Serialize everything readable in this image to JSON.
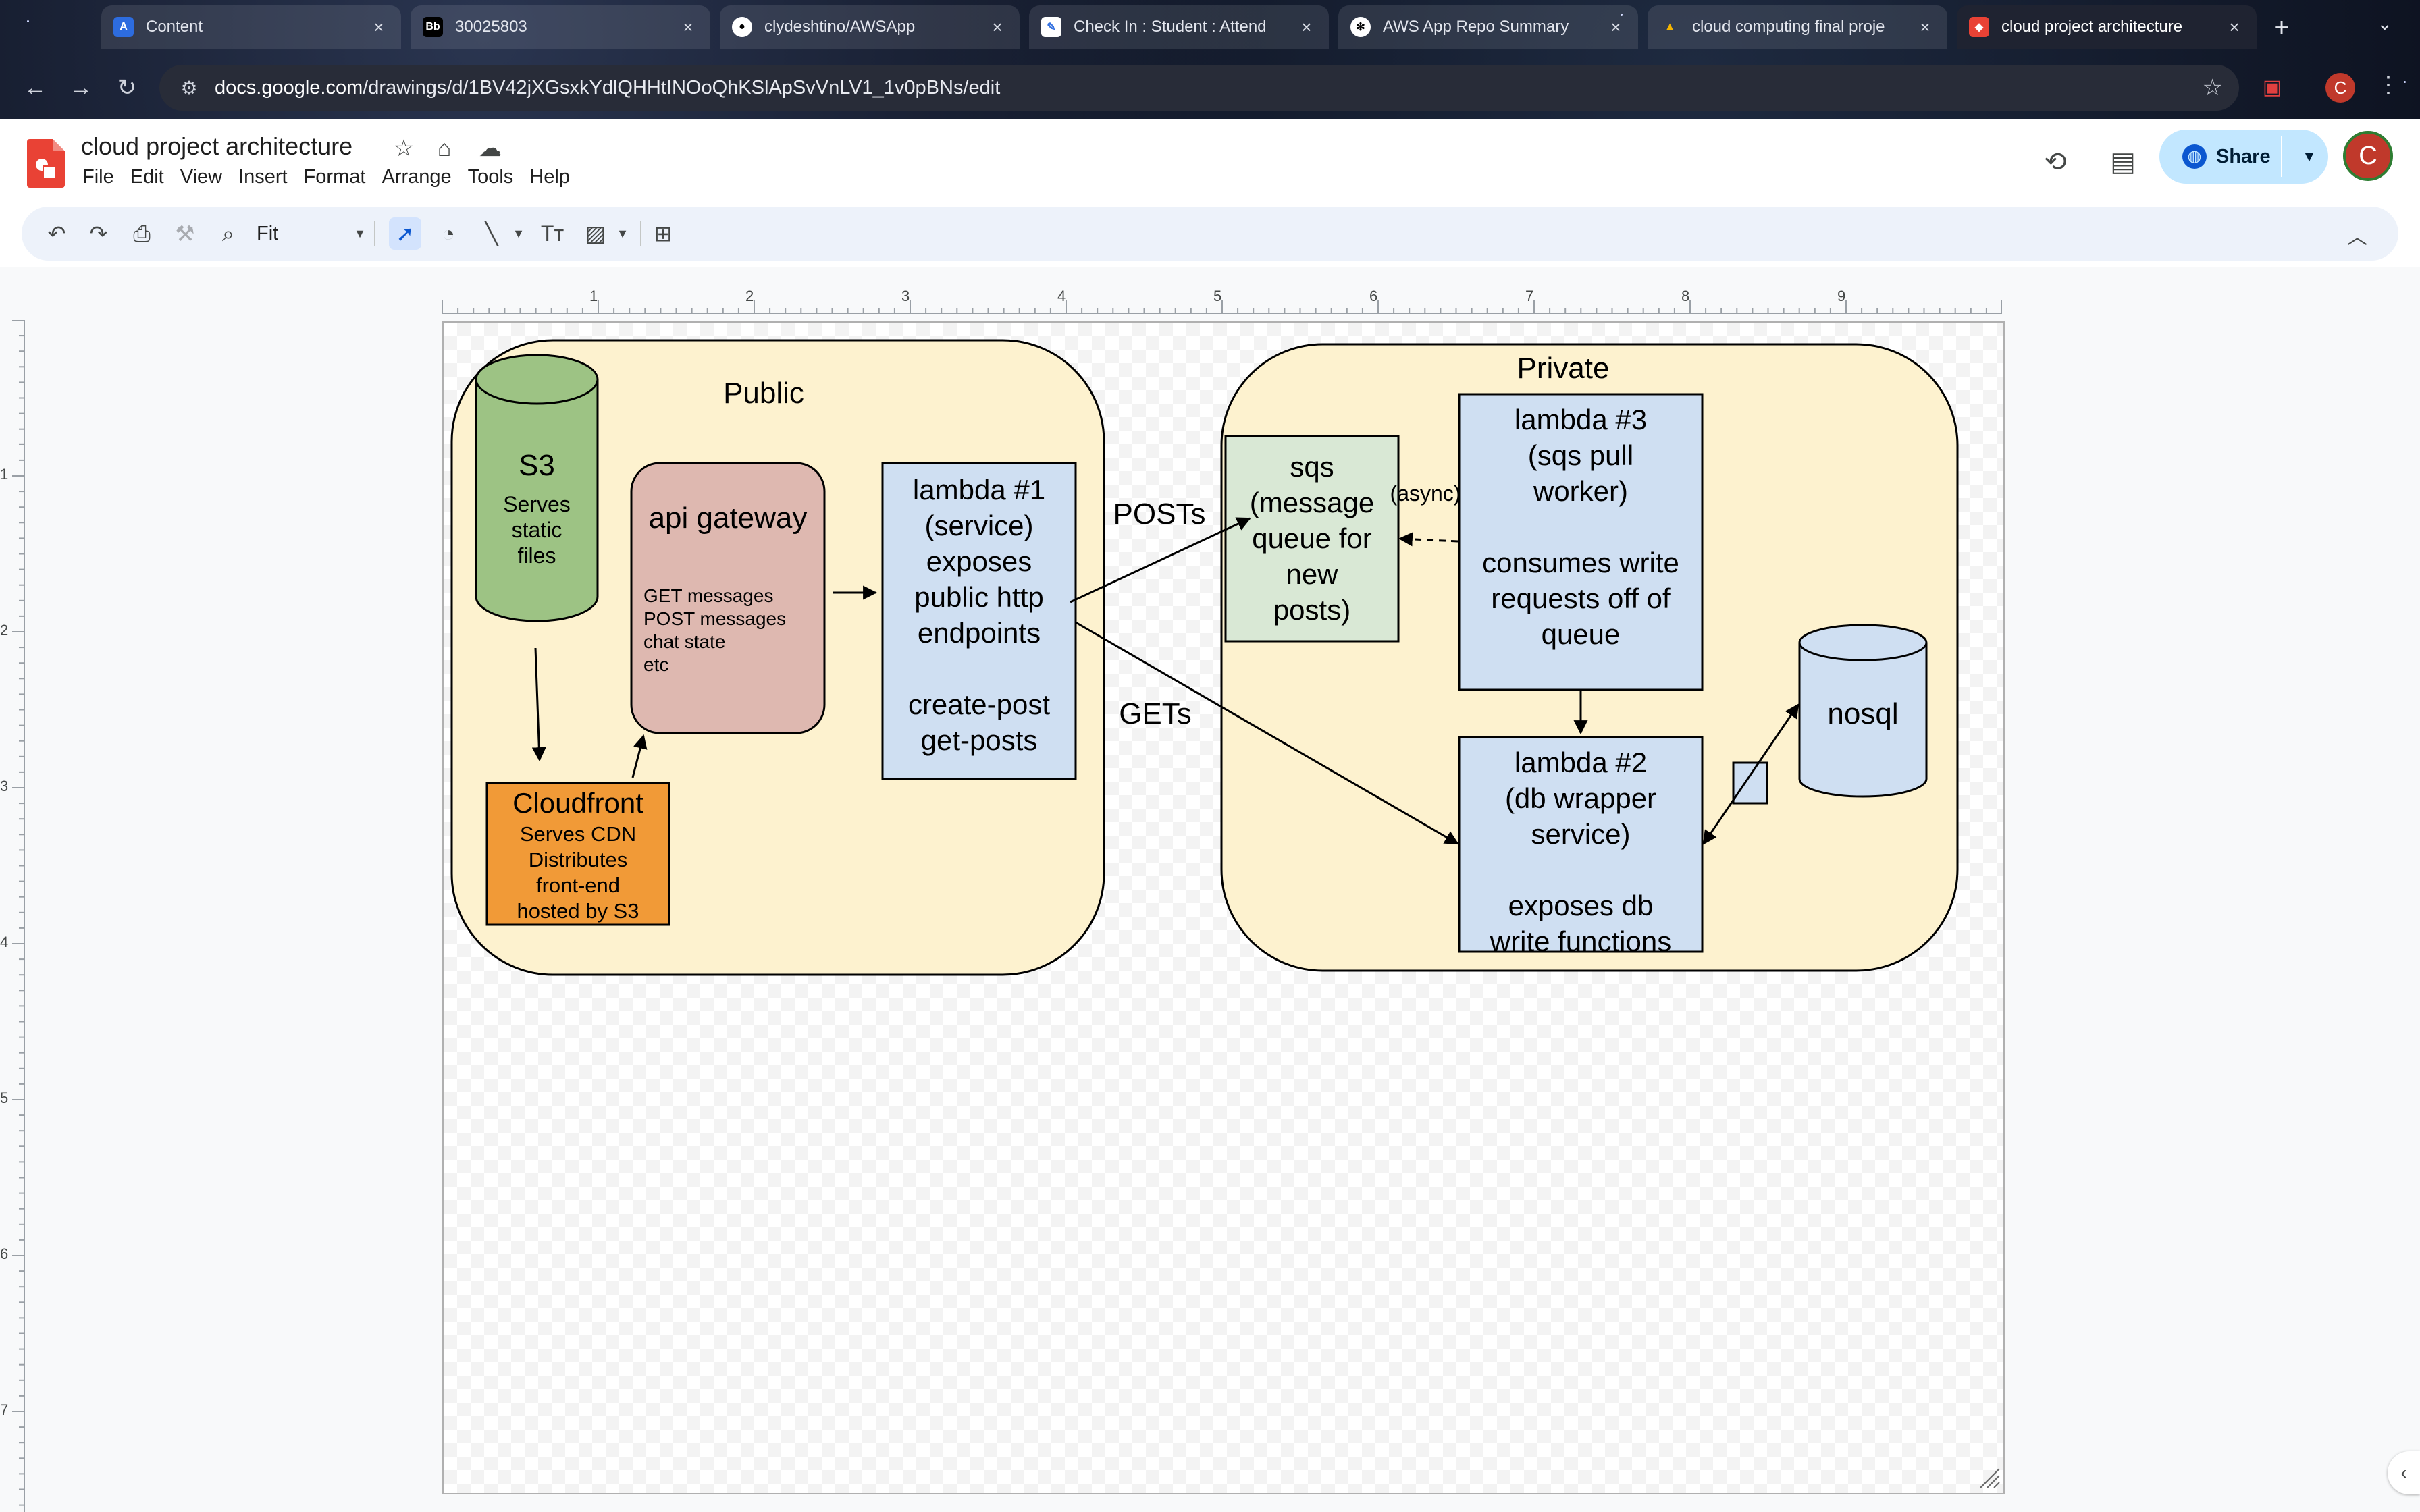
{
  "browser": {
    "tabs": [
      {
        "label": "Content",
        "icon": "app-logo-icon",
        "active": false
      },
      {
        "label": "30025803",
        "icon": "blackboard-icon",
        "active": false
      },
      {
        "label": "clydeshtino/AWSApp",
        "icon": "github-icon",
        "active": false
      },
      {
        "label": "Check In : Student : Attend",
        "icon": "attendance-icon",
        "active": false
      },
      {
        "label": "AWS App Repo Summary",
        "icon": "chatgpt-icon",
        "active": false
      },
      {
        "label": "cloud computing final proje",
        "icon": "google-drive-icon",
        "active": false
      },
      {
        "label": "cloud project architecture",
        "icon": "google-drawings-icon",
        "active": true
      }
    ],
    "url_host": "docs.google.com",
    "url_path": "/drawings/d/1BV42jXGsxkYdlQHHtINOoQhKSlApSvVnLV1_1v0pBNs/edit",
    "profile_initial": "C"
  },
  "app": {
    "title": "cloud project architecture",
    "menus": [
      "File",
      "Edit",
      "View",
      "Insert",
      "Format",
      "Arrange",
      "Tools",
      "Help"
    ],
    "share_label": "Share",
    "avatar_initial": "C",
    "zoom": "Fit"
  },
  "rulers": {
    "horizontal": [
      "1",
      "2",
      "3",
      "4",
      "5",
      "6",
      "7",
      "8",
      "9"
    ],
    "vertical": [
      "1",
      "2",
      "3",
      "4",
      "5",
      "6",
      "7"
    ]
  },
  "diagram": {
    "public_label": "Public",
    "private_label": "Private",
    "s3": {
      "title": "S3",
      "lines": [
        "Serves",
        "static",
        "files"
      ],
      "color": "#9dc384"
    },
    "cloudfront": {
      "title": "Cloudfront",
      "lines": [
        "Serves CDN",
        "Distributes",
        "front-end",
        "hosted by S3"
      ],
      "color": "#f19a37"
    },
    "api_gateway": {
      "title": "api gateway",
      "lines": [
        "GET messages",
        "POST messages",
        "chat state",
        "etc"
      ],
      "color": "#deb8b0"
    },
    "lambda1": {
      "lines": [
        "lambda #1",
        "(service)",
        "exposes",
        "public http",
        "endpoints",
        "",
        "create-post",
        "get-posts"
      ],
      "color": "#cfdff2"
    },
    "sqs": {
      "lines": [
        "sqs",
        "(message",
        "queue for",
        "new",
        "posts)"
      ],
      "color": "#d9e8d5"
    },
    "lambda3": {
      "lines": [
        "lambda #3",
        "(sqs pull",
        "worker)",
        "",
        "consumes write",
        "requests off of",
        "queue"
      ],
      "color": "#cfdff2"
    },
    "lambda2": {
      "lines": [
        "lambda #2",
        "(db wrapper",
        "service)",
        "",
        "exposes db",
        "write functions"
      ],
      "color": "#cfdff2"
    },
    "nosql": {
      "title": "nosql",
      "color": "#cfdff2"
    },
    "edge_posts": "POSTs",
    "edge_gets": "GETs",
    "edge_async": "(async)",
    "zone_fill": "#fdf2cf"
  }
}
